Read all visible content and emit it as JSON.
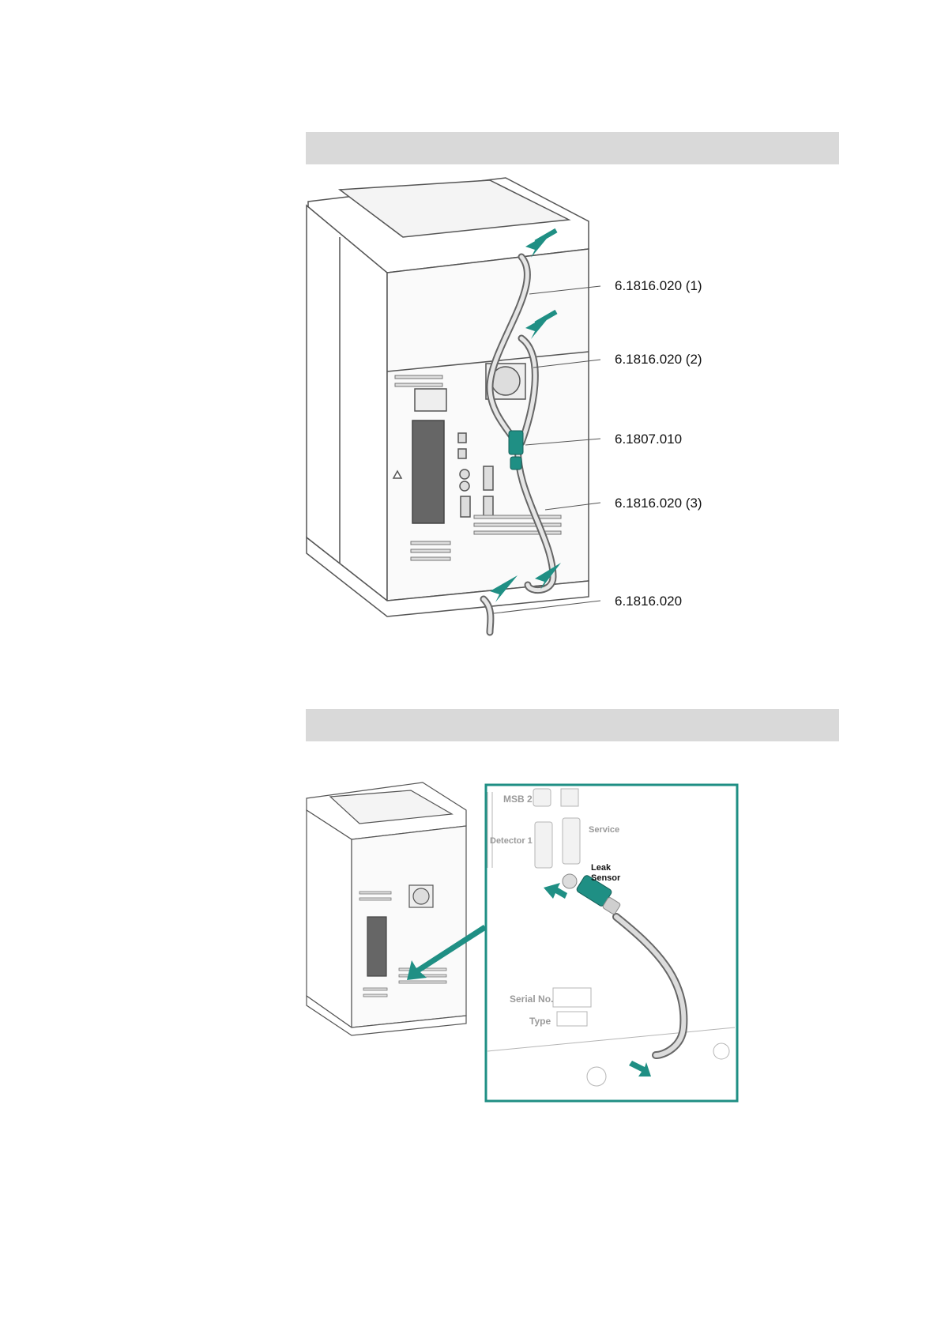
{
  "figure1": {
    "callouts": [
      {
        "text": "6.1816.020 (1)"
      },
      {
        "text": "6.1816.020 (2)"
      },
      {
        "text": "6.1807.010"
      },
      {
        "text": "6.1816.020 (3)"
      },
      {
        "text": "6.1816.020"
      }
    ]
  },
  "figure2": {
    "detail_labels": {
      "msb": "MSB 2",
      "detector": "Detector 1",
      "service": "Service",
      "leak": "Leak",
      "sensor": "Sensor",
      "serial": "Serial No.",
      "type": "Type"
    }
  },
  "colors": {
    "band": "#d9d9d9",
    "accent_teal": "#1f8f84",
    "line_art": "#555555"
  }
}
